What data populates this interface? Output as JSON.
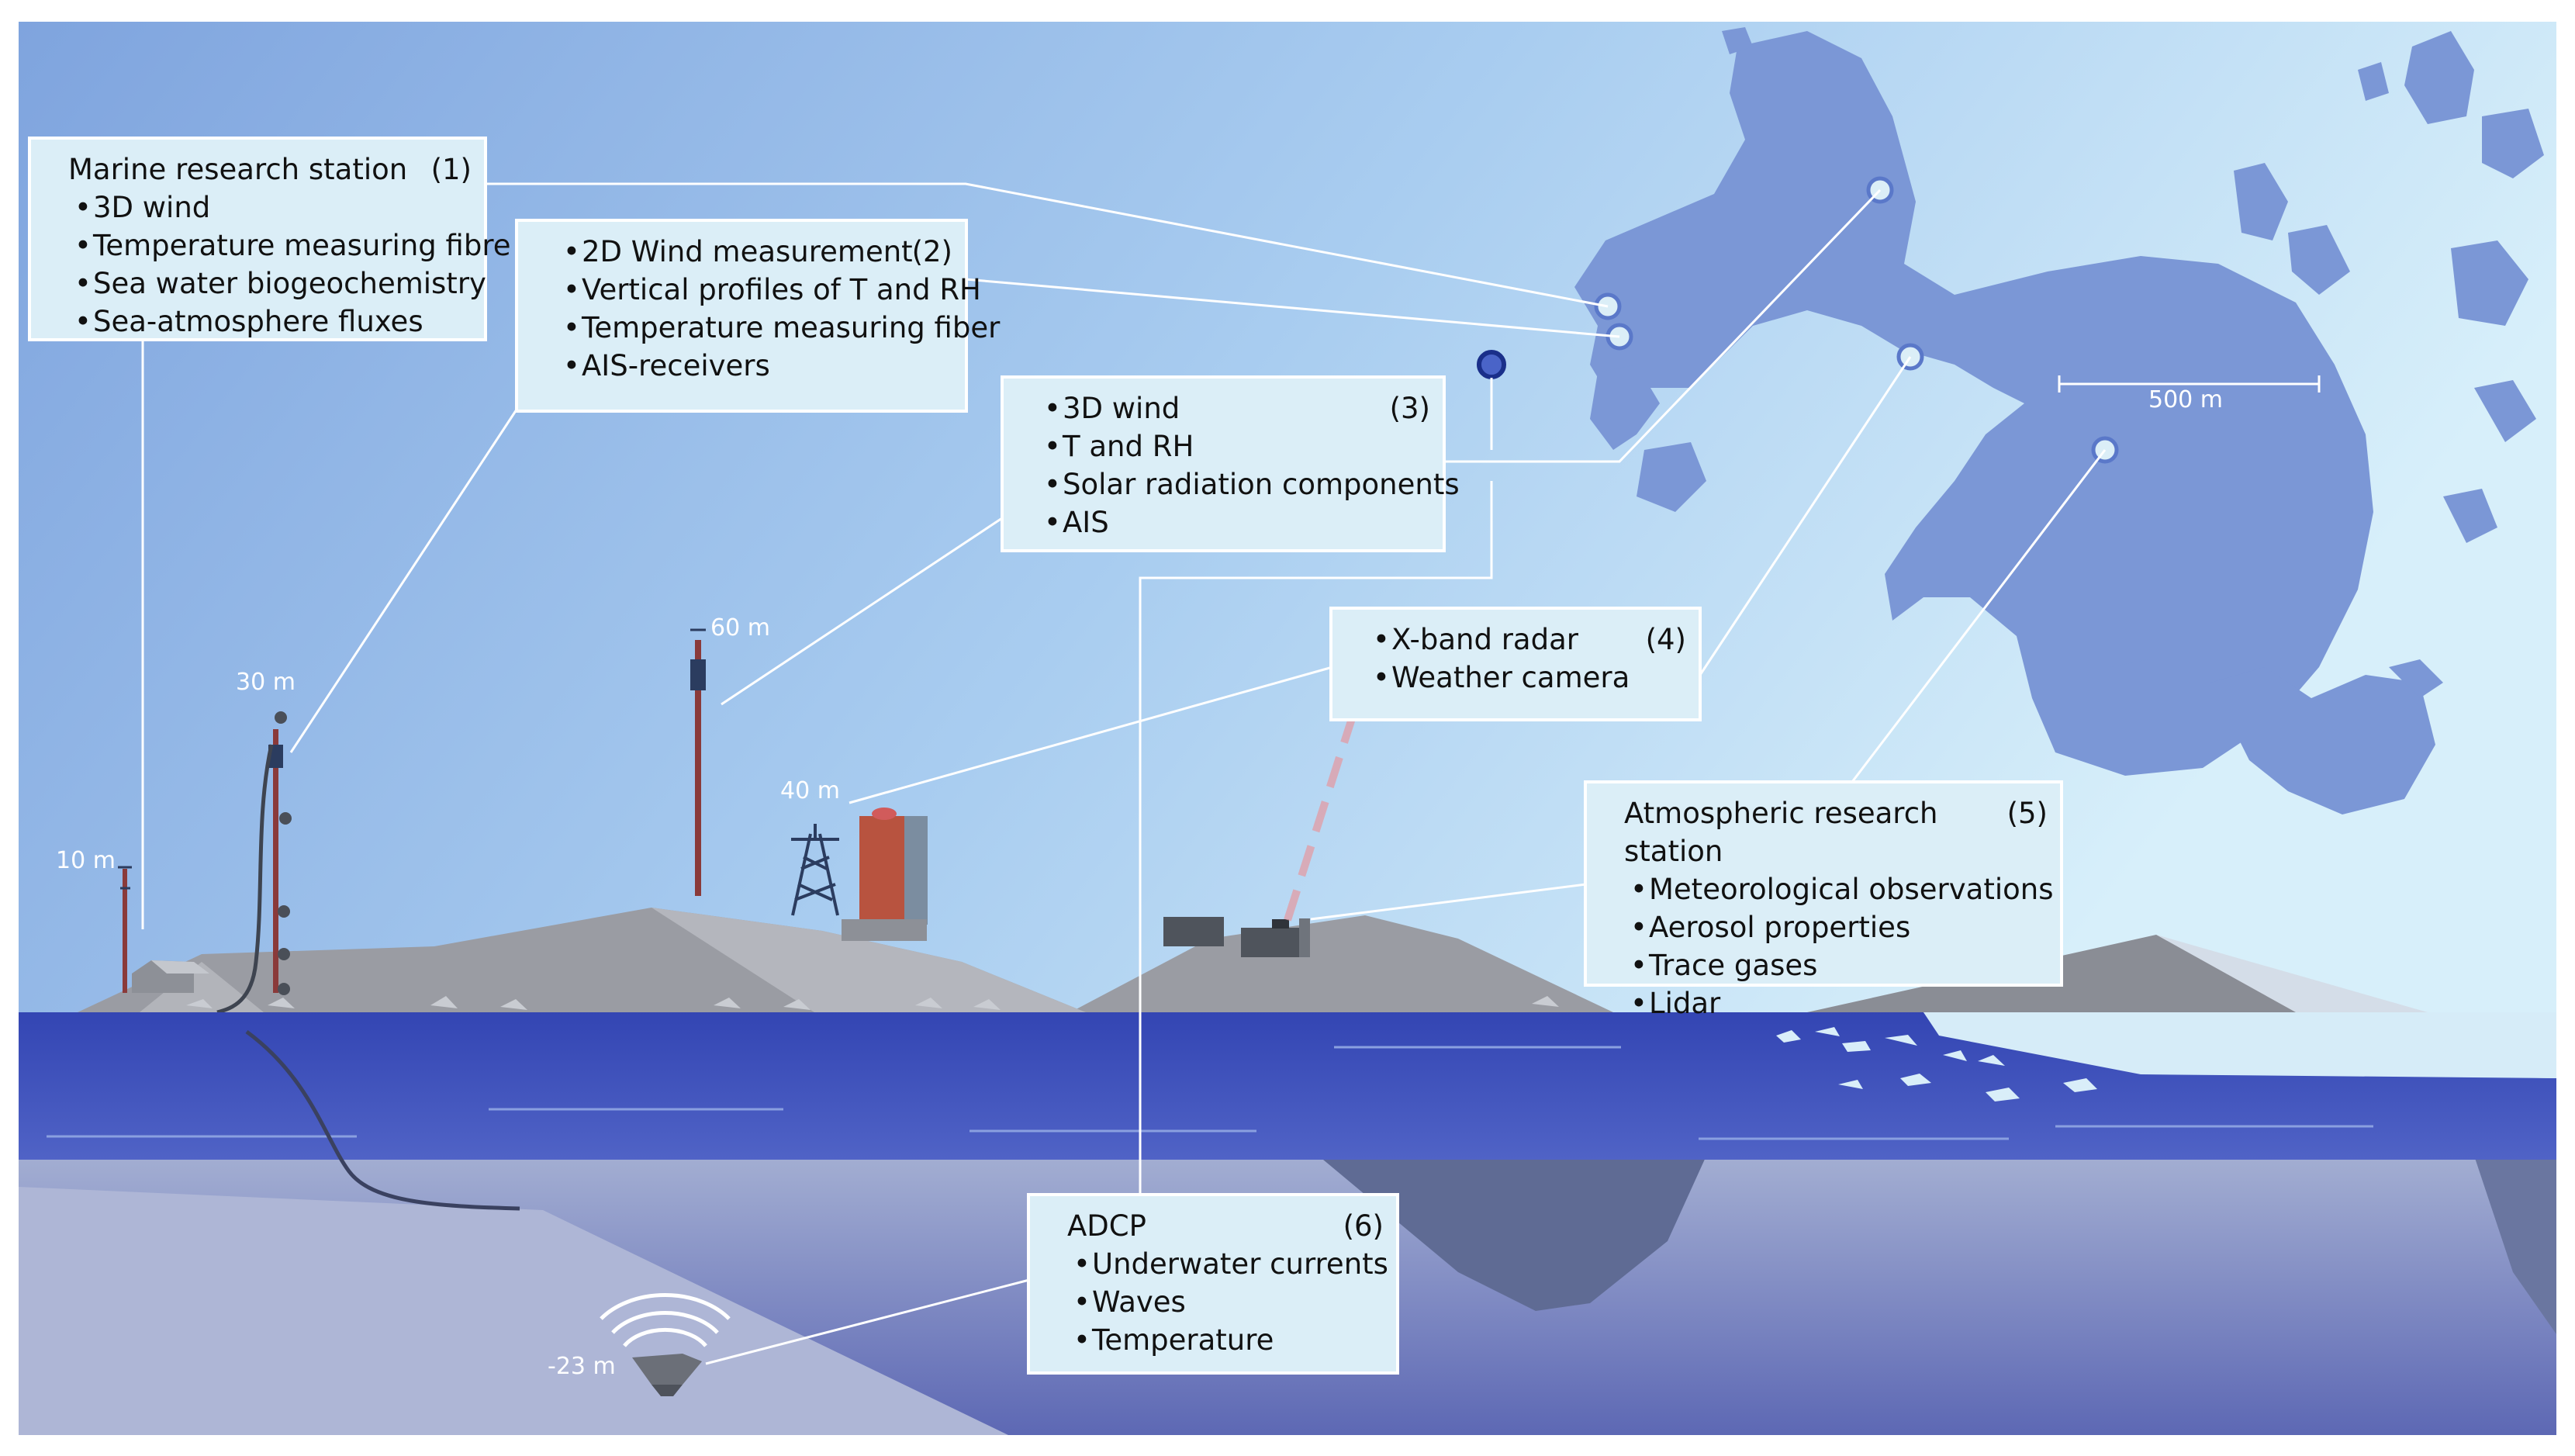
{
  "boxes": {
    "marine": {
      "title": "Marine research station",
      "num": "(1)",
      "items": [
        "3D wind",
        "Temperature measuring fibre",
        "Sea water biogeochemistry",
        "Sea-atmosphere fluxes"
      ]
    },
    "mast2": {
      "num": "(2)",
      "items": [
        "2D Wind measurement",
        "Vertical profiles of T and RH",
        "Temperature measuring fiber",
        "AIS-receivers"
      ]
    },
    "mast3": {
      "num": "(3)",
      "items": [
        "3D wind",
        "T and RH",
        "Solar radiation components",
        "AIS"
      ]
    },
    "radar": {
      "num": "(4)",
      "items": [
        "X-band radar",
        "Weather camera"
      ]
    },
    "atmos": {
      "title": "Atmospheric research station",
      "num": "(5)",
      "items": [
        "Meteorological observations",
        "Aerosol properties",
        "Trace gases",
        "Lidar"
      ]
    },
    "adcp": {
      "title": "ADCP",
      "num": "(6)",
      "items": [
        "Underwater currents",
        "Waves",
        "Temperature"
      ]
    }
  },
  "heights": {
    "h10": "10 m",
    "h30": "30 m",
    "h60": "60 m",
    "h40": "40 m",
    "depth": "-23 m"
  },
  "map": {
    "scale_label": "500 m"
  },
  "colors": {
    "sky_top": "#8ab0e2",
    "sky_bottom": "#c2e3f5",
    "sea": "#3f52b8",
    "land": "#7b97d6",
    "rock": "#9a9ca3",
    "underwater": "#8f9bc5",
    "box_fill": "#dbeef7"
  }
}
